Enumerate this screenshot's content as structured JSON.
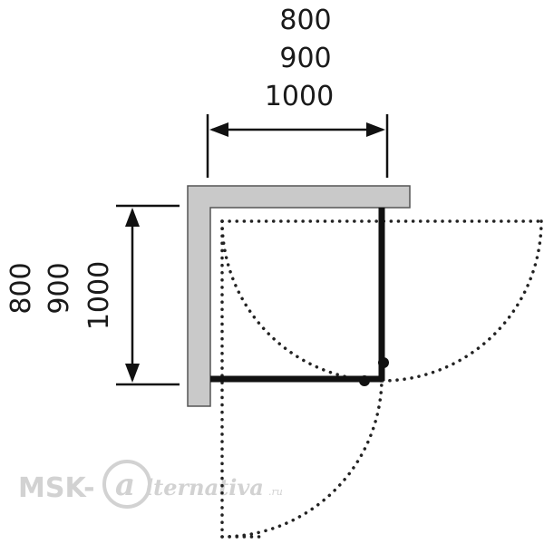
{
  "width_dimension": {
    "values": [
      "800",
      "900",
      "1000"
    ]
  },
  "height_dimension": {
    "values": [
      "800",
      "900",
      "1000"
    ]
  },
  "watermark": {
    "prefix": "MSK-",
    "script": "lternativa",
    "suffix": ".ru"
  },
  "colors": {
    "wall_fill": "#c9c9c9",
    "wall_stroke": "#555555",
    "frame": "#111111",
    "arc": "#222222",
    "watermark": "#d2d2d2"
  }
}
